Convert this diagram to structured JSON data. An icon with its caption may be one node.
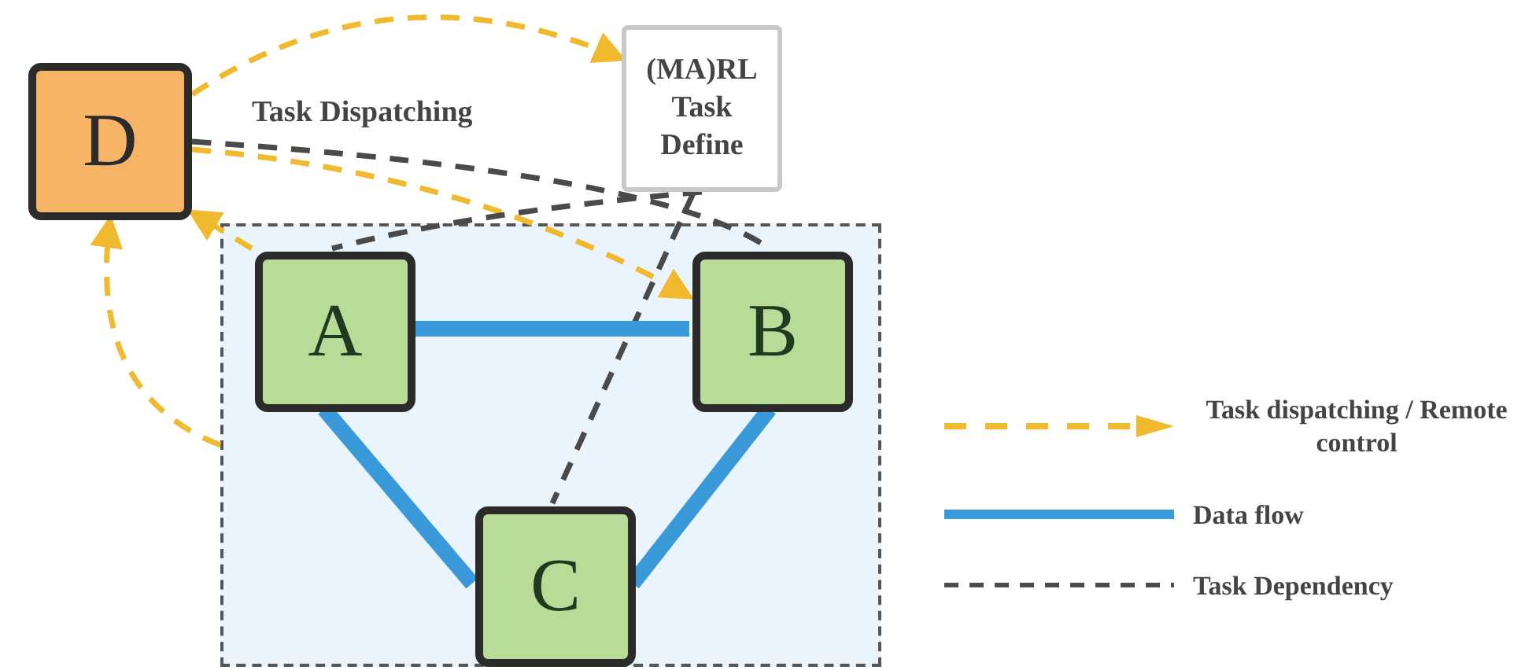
{
  "diagram": {
    "nodes": [
      {
        "text": [
          "D"
        ]
      },
      {
        "text": [
          "(MA)RL Task Define"
        ]
      },
      {
        "text": [],
        "shape": "box"
      },
      {
        "text": [
          "A"
        ],
        "in": 2
      },
      {
        "text": [
          "B"
        ],
        "in": 2
      },
      {
        "text": [
          "C"
        ],
        "in": 2
      }
    ],
    "edges": [
      {
        "from": 0,
        "to": 1,
        "arrow": "to",
        "style": "dashed",
        "color": "#f0b92e"
      },
      {
        "from": 0,
        "to": 4,
        "arrow": "to",
        "style": "dashed",
        "color": "#f0b92e"
      },
      {
        "from": 2,
        "to": 0,
        "arrow": "to",
        "style": "dashed",
        "color": "#f0b92e"
      },
      {
        "from": 3,
        "to": 0,
        "arrow": "to",
        "style": "dashed",
        "color": "#f0b92e"
      },
      {
        "from": 0,
        "to": 4,
        "arrow": "none",
        "style": "dashed",
        "color": "#4a4a4a"
      },
      {
        "from": 1,
        "to": 3,
        "arrow": "none",
        "style": "dashed",
        "color": "#4a4a4a"
      },
      {
        "from": 1,
        "to": 5,
        "arrow": "none",
        "style": "dashed",
        "color": "#4a4a4a"
      },
      {
        "from": 3,
        "to": 4,
        "arrow": "none",
        "style": "thick",
        "color": "#3a9ad9"
      },
      {
        "from": 3,
        "to": 5,
        "arrow": "none",
        "style": "thick",
        "color": "#3a9ad9"
      },
      {
        "from": 4,
        "to": 5,
        "arrow": "none",
        "style": "thick",
        "color": "#3a9ad9"
      }
    ],
    "labels": [
      "Task Dispatching"
    ],
    "legend": [
      {
        "text": "Task dispatching / Remote control"
      },
      {
        "text": "Data flow"
      },
      {
        "text": "Task Dependency"
      }
    ]
  }
}
